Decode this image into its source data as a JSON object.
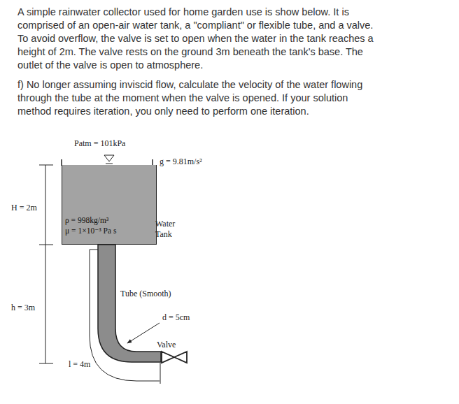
{
  "diagram": {
    "nodes": [
      {
        "text": [
          "ρ = 998kg/m³",
          "μ = 1×10⁻³ Pa s"
        ]
      }
    ],
    "labels": [
      "A simple rainwater collector used for home garden use is show below. It is comprised of an open-air water tank, a \"compliant\" or flexible tube, and a valve. To avoid overflow, the valve is set to open when the water in the tank reaches a height of 2m. The valve rests on the ground 3m beneath the tank's base. The outlet of the valve is open to atmosphere.",
      "f) No longer assuming inviscid flow, calculate the velocity of the water flowing through the tube at the moment when the valve is opened. If your solution method requires iteration, you only need to perform one iteration.",
      "Patm = 101kPa",
      "g = 9.81m/s²",
      "H = 2m",
      "Water Tank",
      "Tube (Smooth)",
      "h = 3m",
      "d = 5cm",
      "Valve",
      "l = 4m"
    ]
  }
}
